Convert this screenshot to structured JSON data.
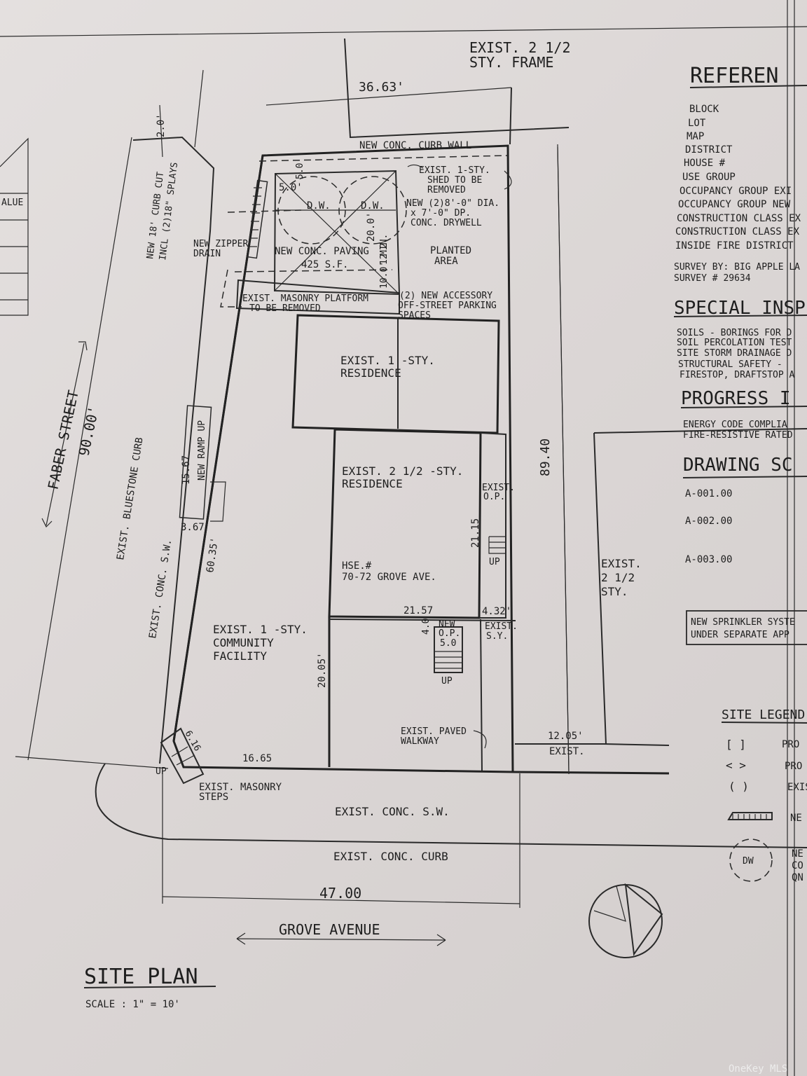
{
  "title": {
    "main": "SITE PLAN",
    "scale": "SCALE : 1\" = 10'"
  },
  "streets": {
    "faber": "FABER STREET",
    "faber_length": "90.00'",
    "grove": "GROVE AVENUE",
    "grove_length": "47.00"
  },
  "labels": {
    "exist_25_frame_1": "EXIST. 2 1/2",
    "exist_25_frame_2": "STY. FRAME",
    "dim_3663": "36.63'",
    "curb_wall": "NEW CONC. CURB WALL",
    "dim_20_top": "2.0'",
    "curb_cut_1": "NEW 18' CURB CUT",
    "curb_cut_2": "INCL (2)18\" SPLAYS",
    "value_fragment": "ALUE",
    "dim_50a": "5.0",
    "dim_50b": "5.0'",
    "dw_a": "D.W.",
    "dw_b": "D.W.",
    "dim_200": "20.0'",
    "shed_1": "EXIST. 1-STY.",
    "shed_2": "SHED TO BE",
    "shed_3": "REMOVED",
    "drywell_1": "NEW (2)8'-0\" DIA.",
    "drywell_2": "x 7'-0\" DP.",
    "drywell_3": "CONC. DRYWELL",
    "zipper_1": "NEW ZIPPER",
    "zipper_2": "DRAIN",
    "paving_1": "NEW CONC. PAVING",
    "paving_2": "425 S.F.",
    "dim_122": "12.2'",
    "dim_100min": "10.0' MIN.",
    "planted_1": "PLANTED",
    "planted_2": "AREA",
    "platform_1": "EXIST. MASONRY PLATFORM",
    "platform_2": "TO BE REMOVED",
    "parking_1": "(2) NEW ACCESSORY",
    "parking_2": "OFF-STREET PARKING",
    "parking_3": "SPACES",
    "res1_1": "EXIST. 1 -STY.",
    "res1_2": "RESIDENCE",
    "res25_1": "EXIST. 2 1/2 -STY.",
    "res25_2": "RESIDENCE",
    "dim_8940": "89.40",
    "ramp": "NEW RAMP UP",
    "dim_1567": "15.67",
    "dim_367": "3.67",
    "dim_6035": "60.35'",
    "op_1": "EXIST.",
    "op_2": "O.P.",
    "dim_2115": "21.15",
    "up_a": "UP",
    "hse_1": "HSE.#",
    "hse_2": "70-72 GROVE AVE.",
    "dim_2157": "21.57",
    "dim_432": "4.32'",
    "newop_1": "NEW",
    "newop_2": "O.P.",
    "dim_40": "4.0",
    "dim_50c": "5.0",
    "sy_1": "EXIST.",
    "sy_2": "S.Y.",
    "up_b": "UP",
    "bluestone": "EXIST. BLUESTONE CURB",
    "sw_left": "EXIST. CONC. S.W.",
    "comm_1": "EXIST. 1 -STY.",
    "comm_2": "COMMUNITY",
    "comm_3": "FACILITY",
    "dim_2005": "20.05'",
    "walk_1": "EXIST. PAVED",
    "walk_2": "WALKWAY",
    "nb_1": "EXIST.",
    "nb_2": "2 1/2",
    "nb_3": "STY.",
    "dim_1205": "12.05'",
    "exist_small": "EXIST.",
    "dim_616": "6.16",
    "dim_1665": "16.65",
    "up_c": "UP",
    "steps_1": "EXIST. MASONRY",
    "steps_2": "STEPS",
    "sw_bottom": "EXIST. CONC. S.W.",
    "curb_bottom": "EXIST. CONC. CURB"
  },
  "reference": {
    "heading": "REFEREN",
    "rows": [
      "BLOCK",
      "LOT",
      "MAP",
      "DISTRICT",
      "HOUSE #",
      "USE GROUP",
      "OCCUPANCY GROUP EXI",
      "OCCUPANCY GROUP NEW",
      "CONSTRUCTION CLASS EX",
      "CONSTRUCTION CLASS EX",
      "INSIDE FIRE DISTRICT"
    ],
    "survey_by": "SURVEY BY: BIG APPLE LA",
    "survey_no": "SURVEY # 29634"
  },
  "special": {
    "heading": "SPECIAL INSP",
    "rows": [
      "SOILS - BORINGS FOR D",
      "SOIL PERCOLATION TEST",
      "SITE STORM DRAINAGE D",
      "STRUCTURAL SAFETY -",
      "FIRESTOP, DRAFTSTOP A"
    ]
  },
  "progress": {
    "heading": "PROGRESS I",
    "rows": [
      "ENERGY CODE COMPLIA",
      "FIRE-RESISTIVE RATED"
    ]
  },
  "drawing": {
    "heading": "DRAWING SC",
    "rows": [
      "A-001.00",
      "A-002.00",
      "A-003.00"
    ]
  },
  "sprinkler": {
    "line1": "NEW SPRINKLER SYSTE",
    "line2": "UNDER SEPARATE APP"
  },
  "legend": {
    "heading": "SITE LEGEND",
    "items": [
      "PRO",
      "PRO",
      "EXIS",
      "NE",
      "NE"
    ],
    "dw_line2": "CO",
    "dw_line3": "QN",
    "dw_symbol": "DW",
    "sym_bracket": "[   ]",
    "sym_angle": "<   >",
    "sym_paren": "(   )"
  },
  "watermark": "OneKey MLS"
}
